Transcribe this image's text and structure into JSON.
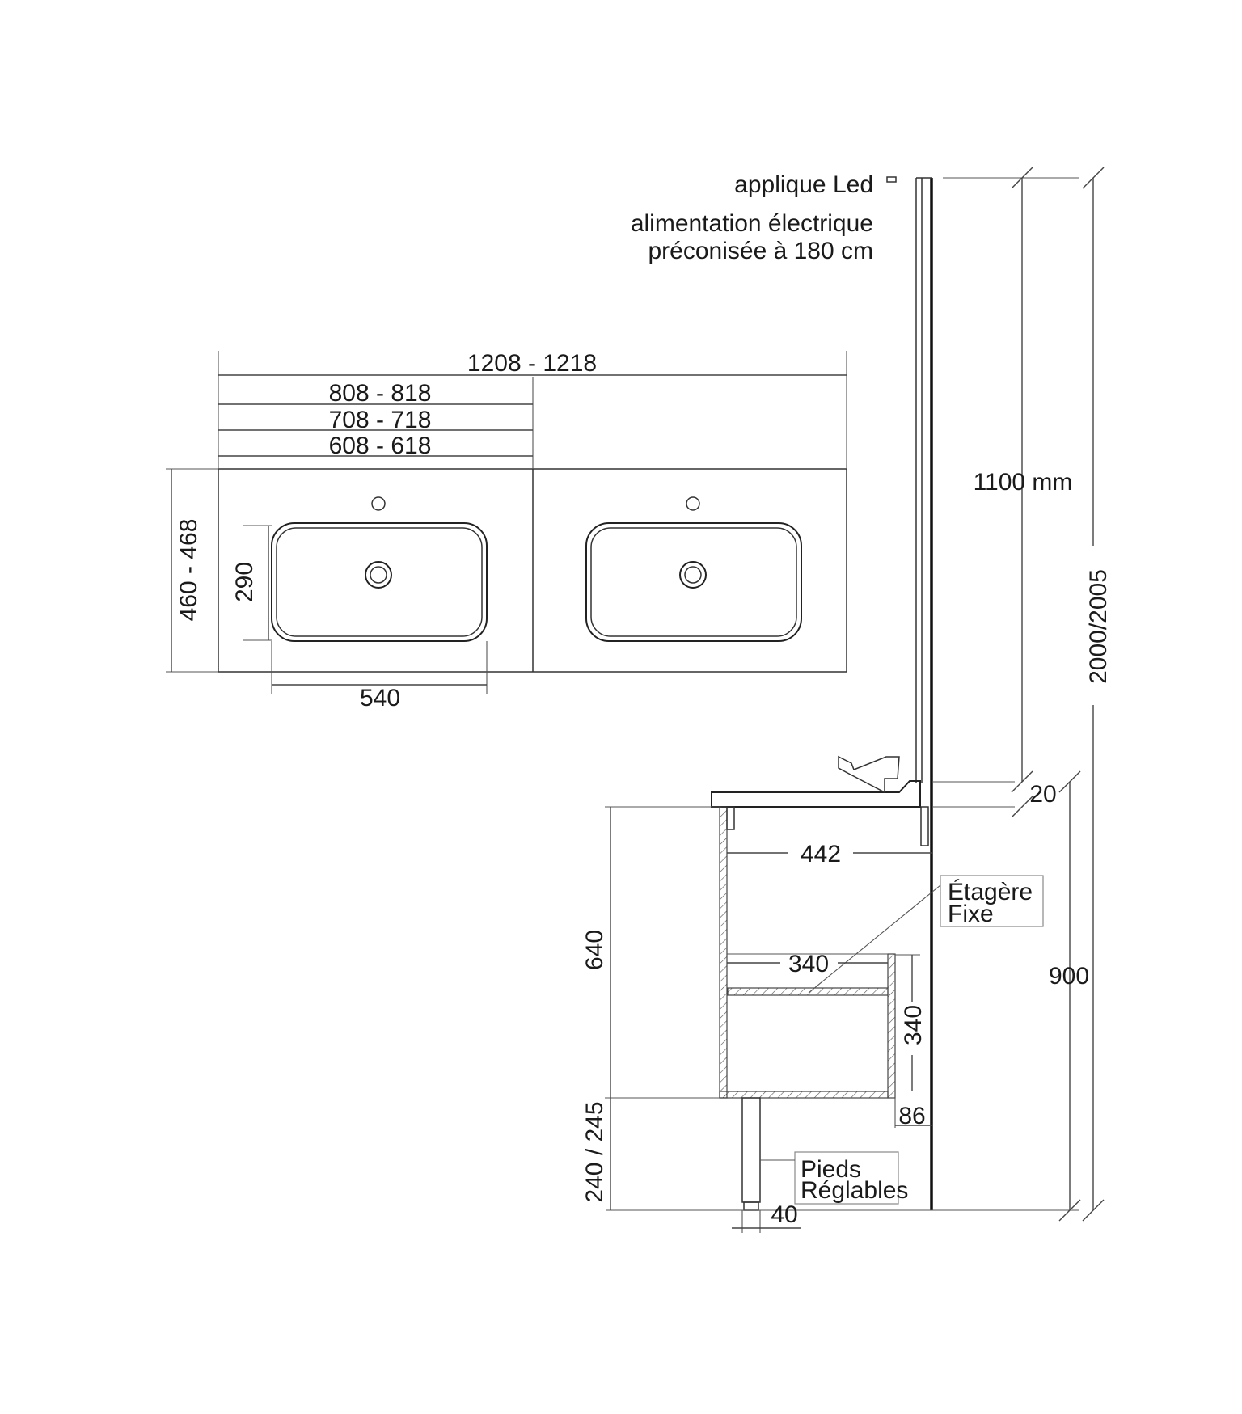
{
  "notes": {
    "led": "applique Led",
    "power_line1": "alimentation électrique",
    "power_line2": "préconisée à 180 cm"
  },
  "top_view": {
    "total_width": "1208 - 1218",
    "module_widths": [
      "808 - 818",
      "708 - 718",
      "608 - 618"
    ],
    "depth": "460 - 468",
    "basin_depth": "290",
    "basin_width": "540"
  },
  "side_view": {
    "led_height": "1100 mm",
    "total_height": "2000/2005",
    "top_thickness": "20",
    "inner_depth": "442",
    "shelf_label_1": "Étagère",
    "shelf_label_2": "Fixe",
    "shelf_depth": "340",
    "shelf_height": "340",
    "cabinet_height": "640",
    "counter_height": "900",
    "plinth_offset": "86",
    "leg_height": "240 / 245",
    "legs_label_1": "Pieds",
    "legs_label_2": "Réglables",
    "leg_width": "40"
  }
}
